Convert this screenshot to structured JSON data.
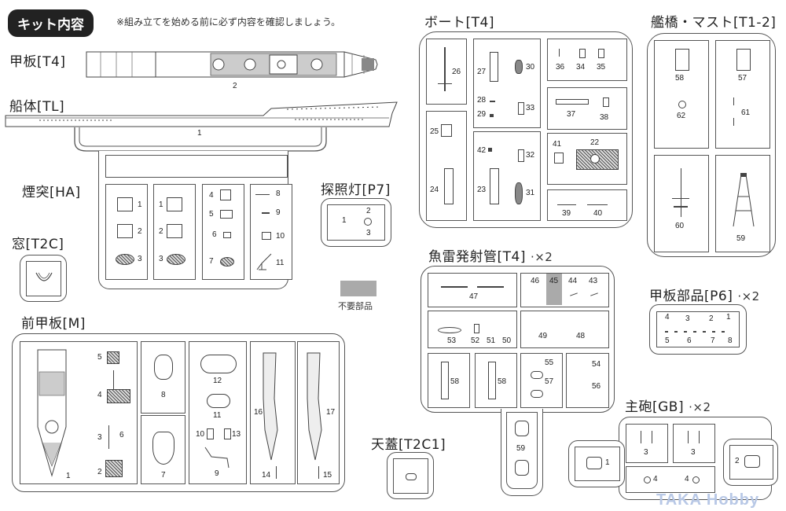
{
  "header": {
    "badge": "キット内容",
    "note": "※組み立てを始める前に必ず内容を確認しましょう。"
  },
  "sections": {
    "deck": {
      "title": "甲板[T4]",
      "parts": [
        "2"
      ]
    },
    "hull": {
      "title": "船体[TL]",
      "parts": [
        "1"
      ]
    },
    "funnel": {
      "title": "煙突[HA]",
      "parts": [
        "1",
        "2",
        "3",
        "1",
        "2",
        "3",
        "4",
        "5",
        "6",
        "7",
        "8",
        "9",
        "10",
        "11"
      ]
    },
    "window": {
      "title": "窓[T2C]"
    },
    "searchlight": {
      "title": "探照灯[P7]",
      "parts": [
        "1",
        "2",
        "3"
      ]
    },
    "unneeded": {
      "label": "不要部品",
      "color": "#aaaaaa"
    },
    "fore_deck": {
      "title": "前甲板[M]",
      "parts": [
        "1",
        "2",
        "3",
        "4",
        "5",
        "6",
        "7",
        "8",
        "9",
        "10",
        "11",
        "12",
        "13",
        "14",
        "15",
        "16",
        "17"
      ]
    },
    "boat": {
      "title": "ボート[T4]",
      "parts": [
        "22",
        "23",
        "24",
        "25",
        "26",
        "27",
        "28",
        "29",
        "30",
        "31",
        "32",
        "33",
        "34",
        "35",
        "36",
        "37",
        "38",
        "39",
        "40",
        "41",
        "42"
      ]
    },
    "bridge_mast": {
      "title": "艦橋・マスト[T1-2]",
      "parts": [
        "57",
        "58",
        "59",
        "60",
        "61",
        "62"
      ]
    },
    "torpedo": {
      "title": "魚雷発射管[T4]",
      "multiplier": "·×2",
      "parts": [
        "43",
        "44",
        "45",
        "46",
        "47",
        "48",
        "49",
        "50",
        "51",
        "52",
        "53",
        "54",
        "55",
        "56",
        "57",
        "58",
        "58",
        "59"
      ]
    },
    "deck_parts": {
      "title": "甲板部品[P6]",
      "multiplier": "·×2",
      "parts": [
        "1",
        "2",
        "3",
        "4",
        "5",
        "6",
        "7",
        "8"
      ]
    },
    "main_gun": {
      "title": "主砲[GB]",
      "multiplier": "·×2",
      "parts": [
        "1",
        "2",
        "3",
        "3",
        "4",
        "4"
      ]
    },
    "canopy": {
      "title": "天蓋[T2C1]"
    }
  },
  "watermark": "TAKA Hobby"
}
